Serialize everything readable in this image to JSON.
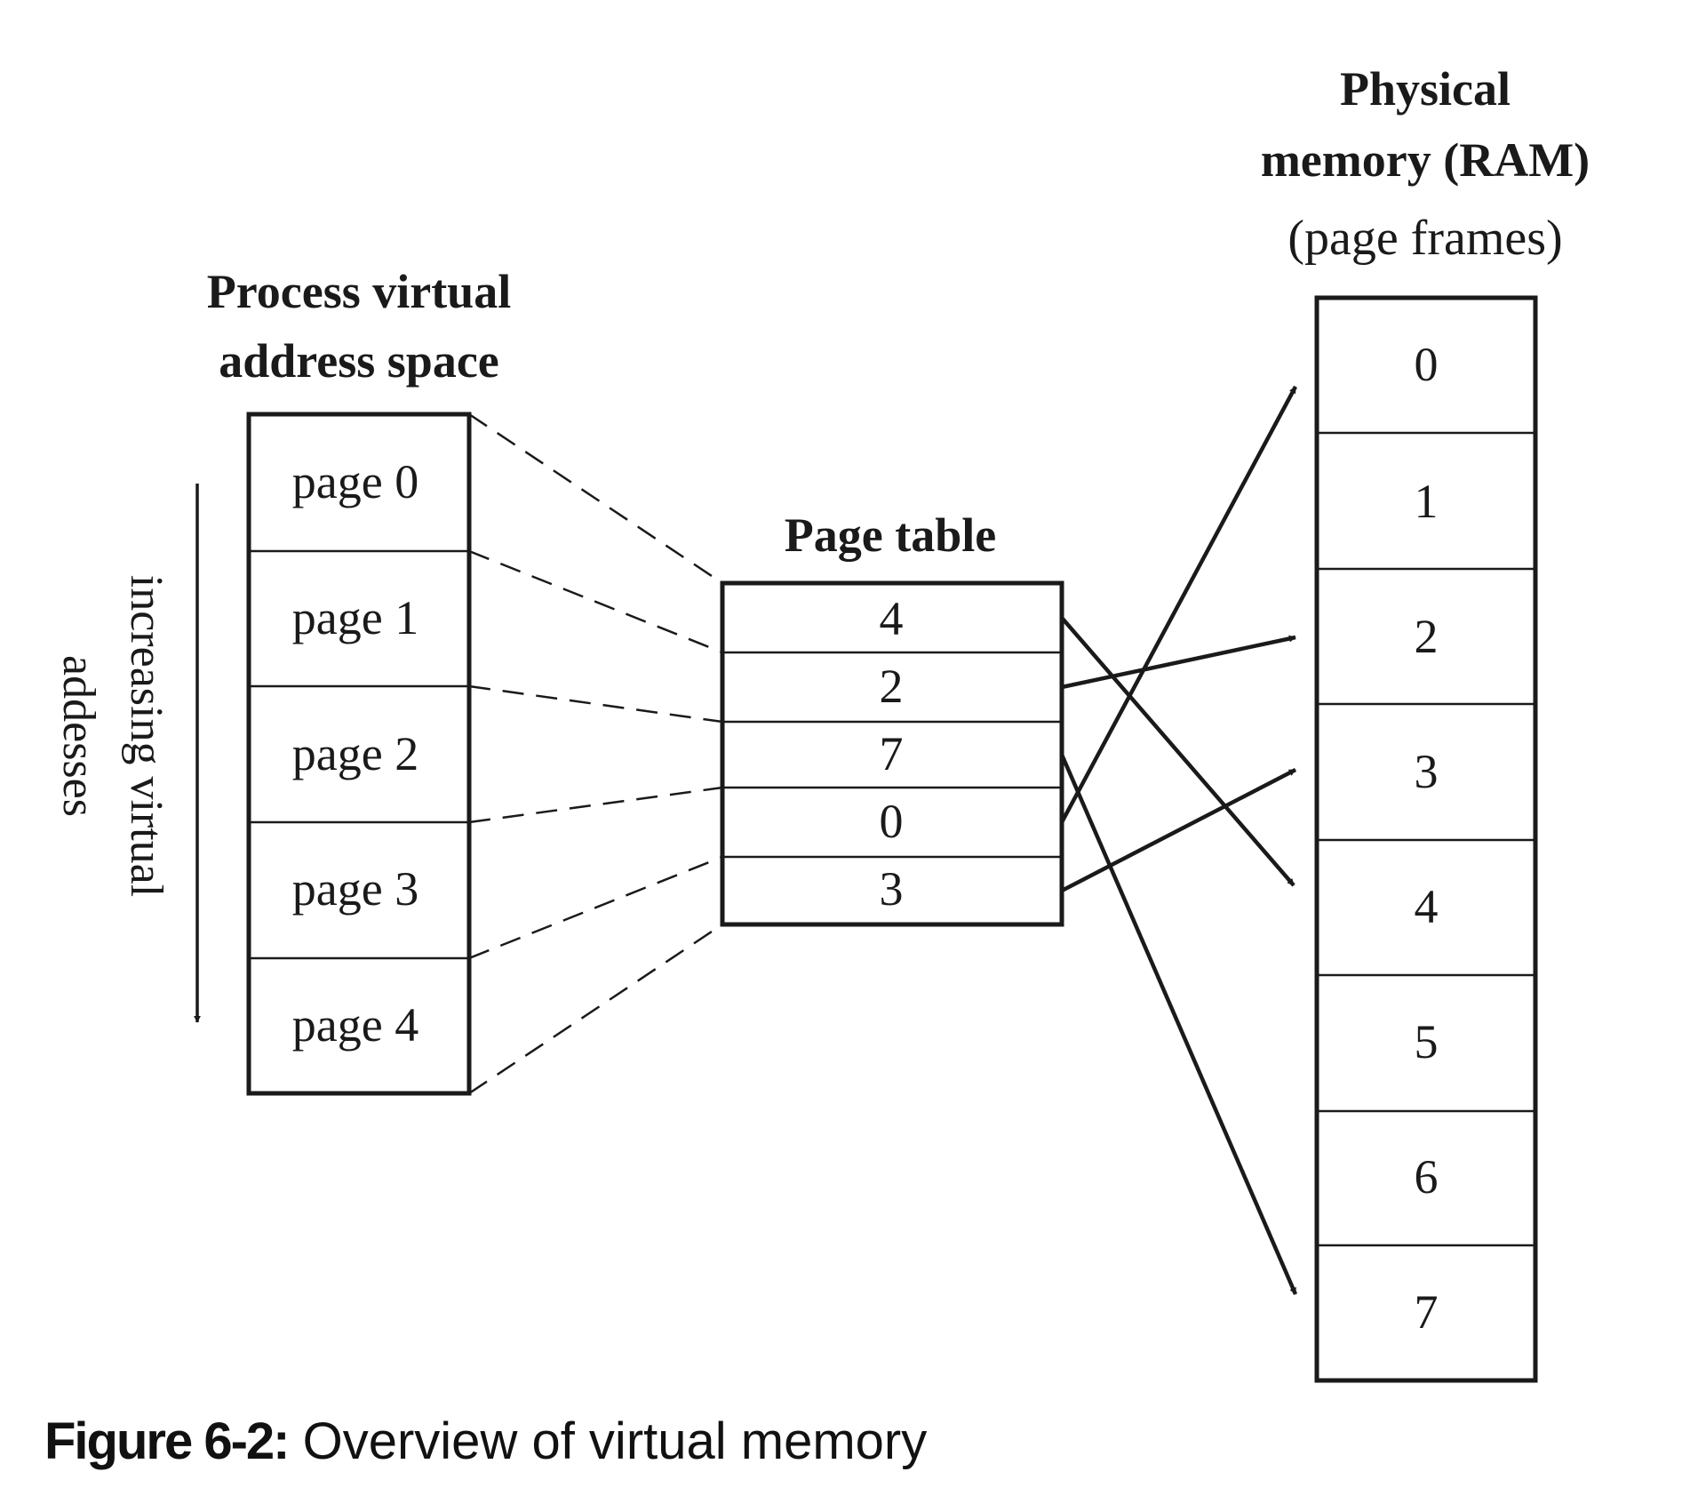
{
  "virtual_space": {
    "title_line1": "Process virtual",
    "title_line2": "address space",
    "pages": [
      "page 0",
      "page 1",
      "page 2",
      "page 3",
      "page 4"
    ],
    "axis_label_line1": "increasing virtual",
    "axis_label_line2": "addesses"
  },
  "page_table": {
    "title": "Page table",
    "entries": [
      "4",
      "2",
      "7",
      "0",
      "3"
    ]
  },
  "physical_memory": {
    "title_line1": "Physical",
    "title_line2": "memory (RAM)",
    "title_line3": "(page frames)",
    "frames": [
      "0",
      "1",
      "2",
      "3",
      "4",
      "5",
      "6",
      "7"
    ]
  },
  "caption": {
    "label": "Figure 6-2:",
    "text": " Overview of virtual memory"
  }
}
